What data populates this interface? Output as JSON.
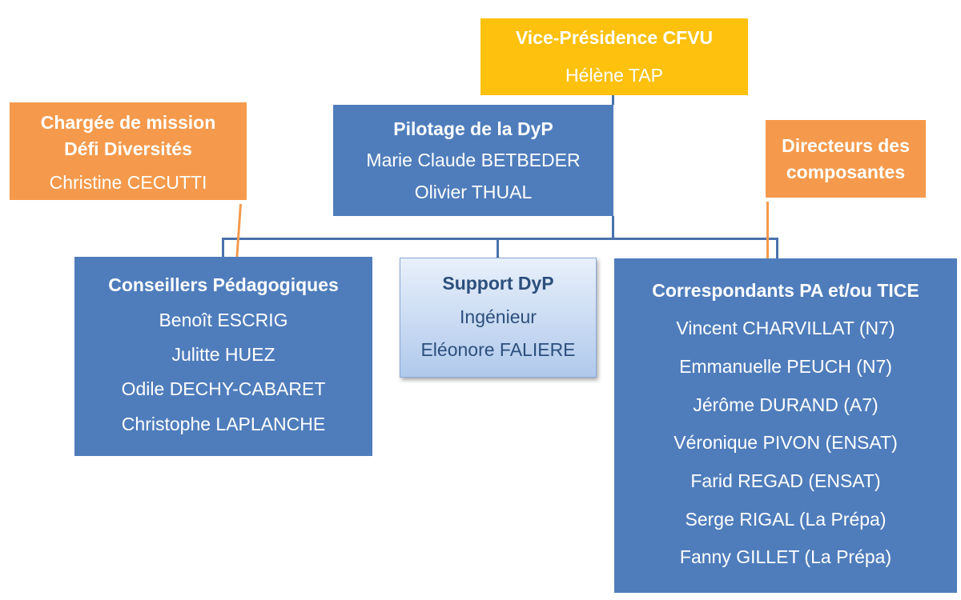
{
  "vice_presidence": {
    "title": "Vice-Présidence CFVU",
    "name": "Hélène TAP"
  },
  "pilotage": {
    "title": "Pilotage de la DyP",
    "members": [
      "Marie Claude BETBEDER",
      "Olivier THUAL"
    ]
  },
  "mission": {
    "title_lines": [
      "Chargée de mission",
      "Défi Diversités"
    ],
    "name": "Christine CECUTTI"
  },
  "directeurs": {
    "title_lines": [
      "Directeurs des",
      "composantes"
    ]
  },
  "conseillers": {
    "title": "Conseillers Pédagogiques",
    "members": [
      "Benoît ESCRIG",
      "Julitte HUEZ",
      "Odile DECHY-CABARET",
      "Christophe LAPLANCHE"
    ]
  },
  "support": {
    "title": "Support DyP",
    "role": "Ingénieur",
    "name": "Eléonore FALIERE"
  },
  "correspondants": {
    "title": "Correspondants PA et/ou TICE",
    "members": [
      "Vincent CHARVILLAT (N7)",
      "Emmanuelle PEUCH (N7)",
      "Jérôme DURAND (A7)",
      "Véronique PIVON (ENSAT)",
      "Farid REGAD (ENSAT)",
      "Serge RIGAL (La Prépa)",
      "Fanny GILLET (La Prépa)"
    ]
  },
  "colors": {
    "blue_box": "#4f7dbc",
    "orange_box": "#f59a4c",
    "yellow_box": "#fdc10e",
    "support_box": "#c6d8f2",
    "support_text": "#2c4f7c",
    "connector_blue": "#4a72ac",
    "connector_orange": "#f59a4c"
  }
}
